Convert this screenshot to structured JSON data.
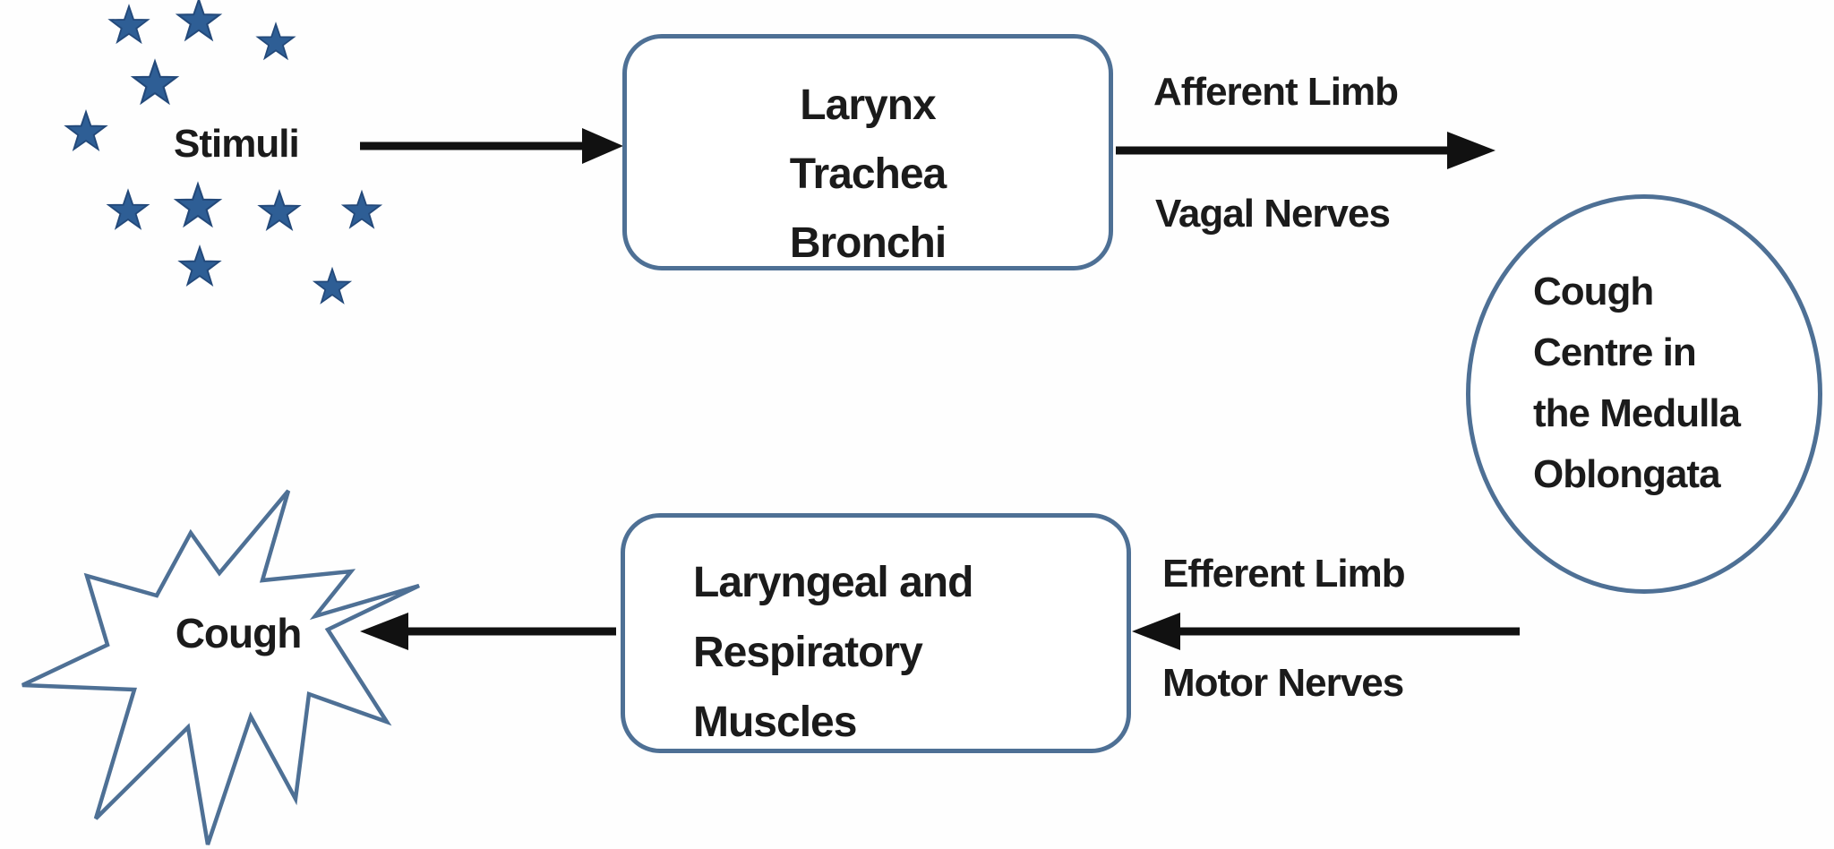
{
  "diagram": {
    "stimuli_label": "Stimuli",
    "airways_box": {
      "lines": [
        "Larynx",
        "Trachea",
        "Bronchi"
      ]
    },
    "afferent_path": {
      "line1": "Afferent Limb",
      "line2": "Vagal Nerves"
    },
    "cough_centre": {
      "lines": [
        "Cough",
        "Centre in",
        "the Medulla",
        "Oblongata"
      ]
    },
    "efferent_path": {
      "line1": "Efferent Limb",
      "line2": "Motor Nerves"
    },
    "muscles_box": {
      "lines": [
        "Laryngeal and",
        "Respiratory",
        "Muscles"
      ]
    },
    "cough_label": "Cough",
    "colors": {
      "shape_outline": "#4e7095",
      "star_fill": "#2e5e95",
      "star_stroke": "#23497a",
      "arrow": "#111111",
      "text": "#1b1b1b"
    }
  }
}
